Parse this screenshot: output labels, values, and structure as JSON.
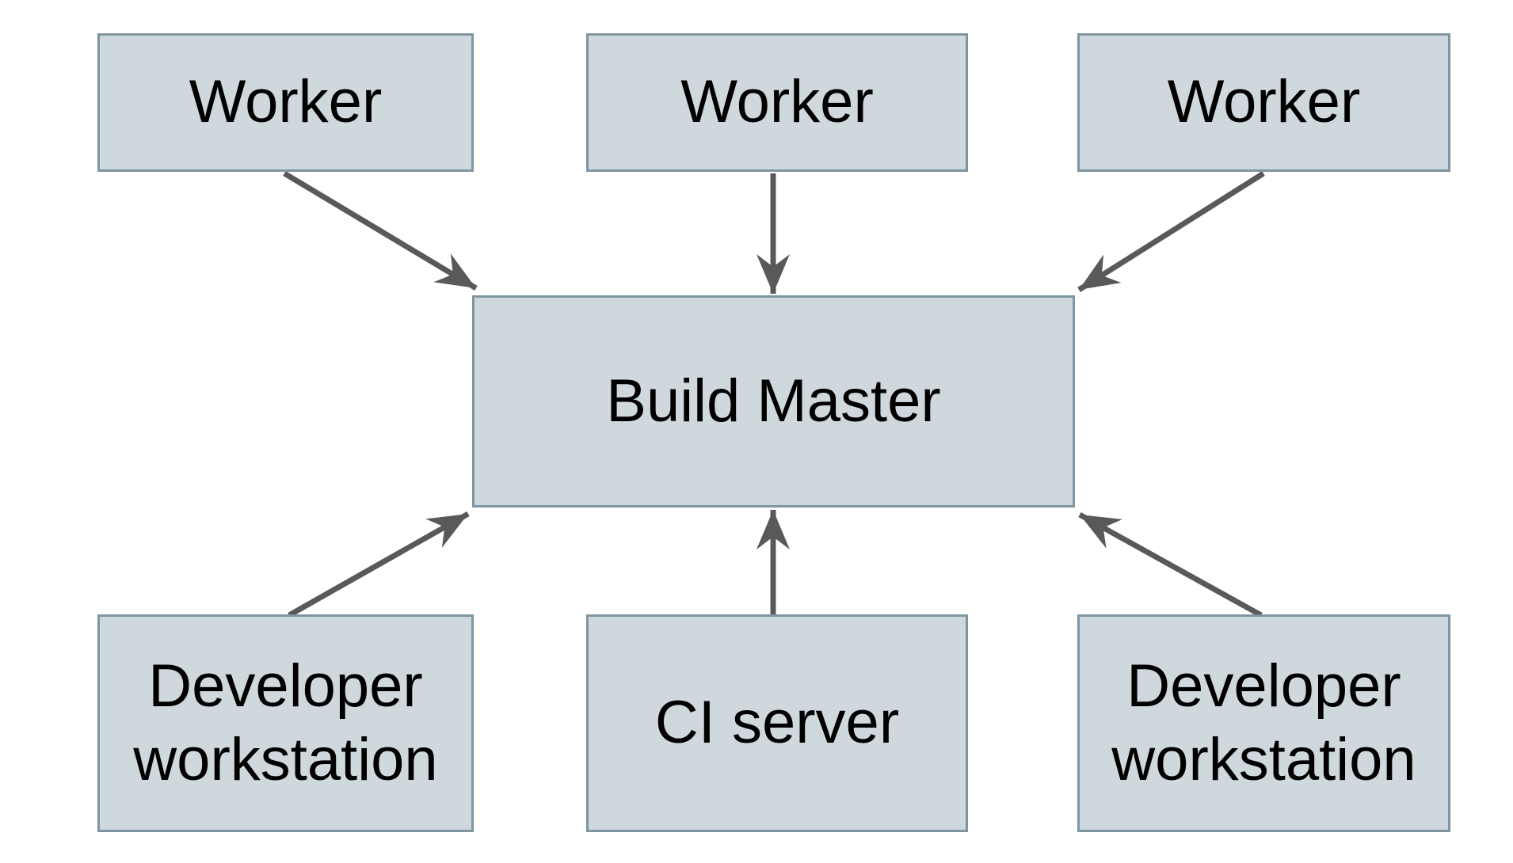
{
  "diagram": {
    "background_color": "#ffffff",
    "node_fill_color": "#cfd8dc",
    "node_border_color": "#7e96a1",
    "arrow_color": "#595959",
    "text_color": "#000000",
    "nodes": [
      {
        "id": "worker-1",
        "label": "Worker",
        "row": "top"
      },
      {
        "id": "worker-2",
        "label": "Worker",
        "row": "top"
      },
      {
        "id": "worker-3",
        "label": "Worker",
        "row": "top"
      },
      {
        "id": "build-master",
        "label": "Build Master",
        "row": "center"
      },
      {
        "id": "developer-workstation-1",
        "label": "Developer workstation",
        "row": "bottom"
      },
      {
        "id": "ci-server",
        "label": "CI server",
        "row": "bottom"
      },
      {
        "id": "developer-workstation-2",
        "label": "Developer workstation",
        "row": "bottom"
      }
    ],
    "edges": [
      {
        "from": "worker-1",
        "to": "build-master"
      },
      {
        "from": "worker-2",
        "to": "build-master"
      },
      {
        "from": "worker-3",
        "to": "build-master"
      },
      {
        "from": "developer-workstation-1",
        "to": "build-master"
      },
      {
        "from": "ci-server",
        "to": "build-master"
      },
      {
        "from": "developer-workstation-2",
        "to": "build-master"
      }
    ]
  }
}
